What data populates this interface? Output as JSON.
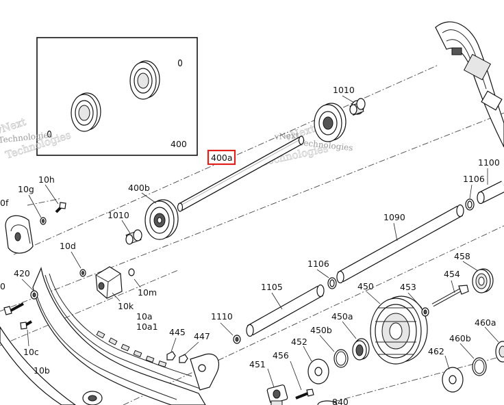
{
  "diagram": {
    "highlighted_part": "400a",
    "highlight_color": "#e0201b",
    "inset": {
      "label": "400"
    },
    "watermark": {
      "line1": "vNext",
      "line2": "Technologies"
    },
    "labels": {
      "p400a": "400a",
      "p400b": "400b",
      "p1010_top": "1010",
      "p1010_left": "1010",
      "p1100": "1100",
      "p1106_right": "1106",
      "p1106_mid": "1106",
      "p1090": "1090",
      "p1105": "1105",
      "p1110": "1110",
      "p450": "450",
      "p450a": "450a",
      "p450b": "450b",
      "p453": "453",
      "p454": "454",
      "p458": "458",
      "p460a": "460a",
      "p460b": "460b",
      "p462": "462",
      "p452": "452",
      "p451": "451",
      "p456": "456",
      "p445": "445",
      "p447": "447",
      "p840": "840",
      "p10h": "10h",
      "p10g": "10g",
      "p10f": "0f",
      "p10d": "10d",
      "p10m": "10m",
      "p10k": "10k",
      "p10a": "10a",
      "p10a1": "10a1",
      "p10c": "10c",
      "p10b": "10b",
      "p420": "420",
      "p0": "0"
    }
  }
}
